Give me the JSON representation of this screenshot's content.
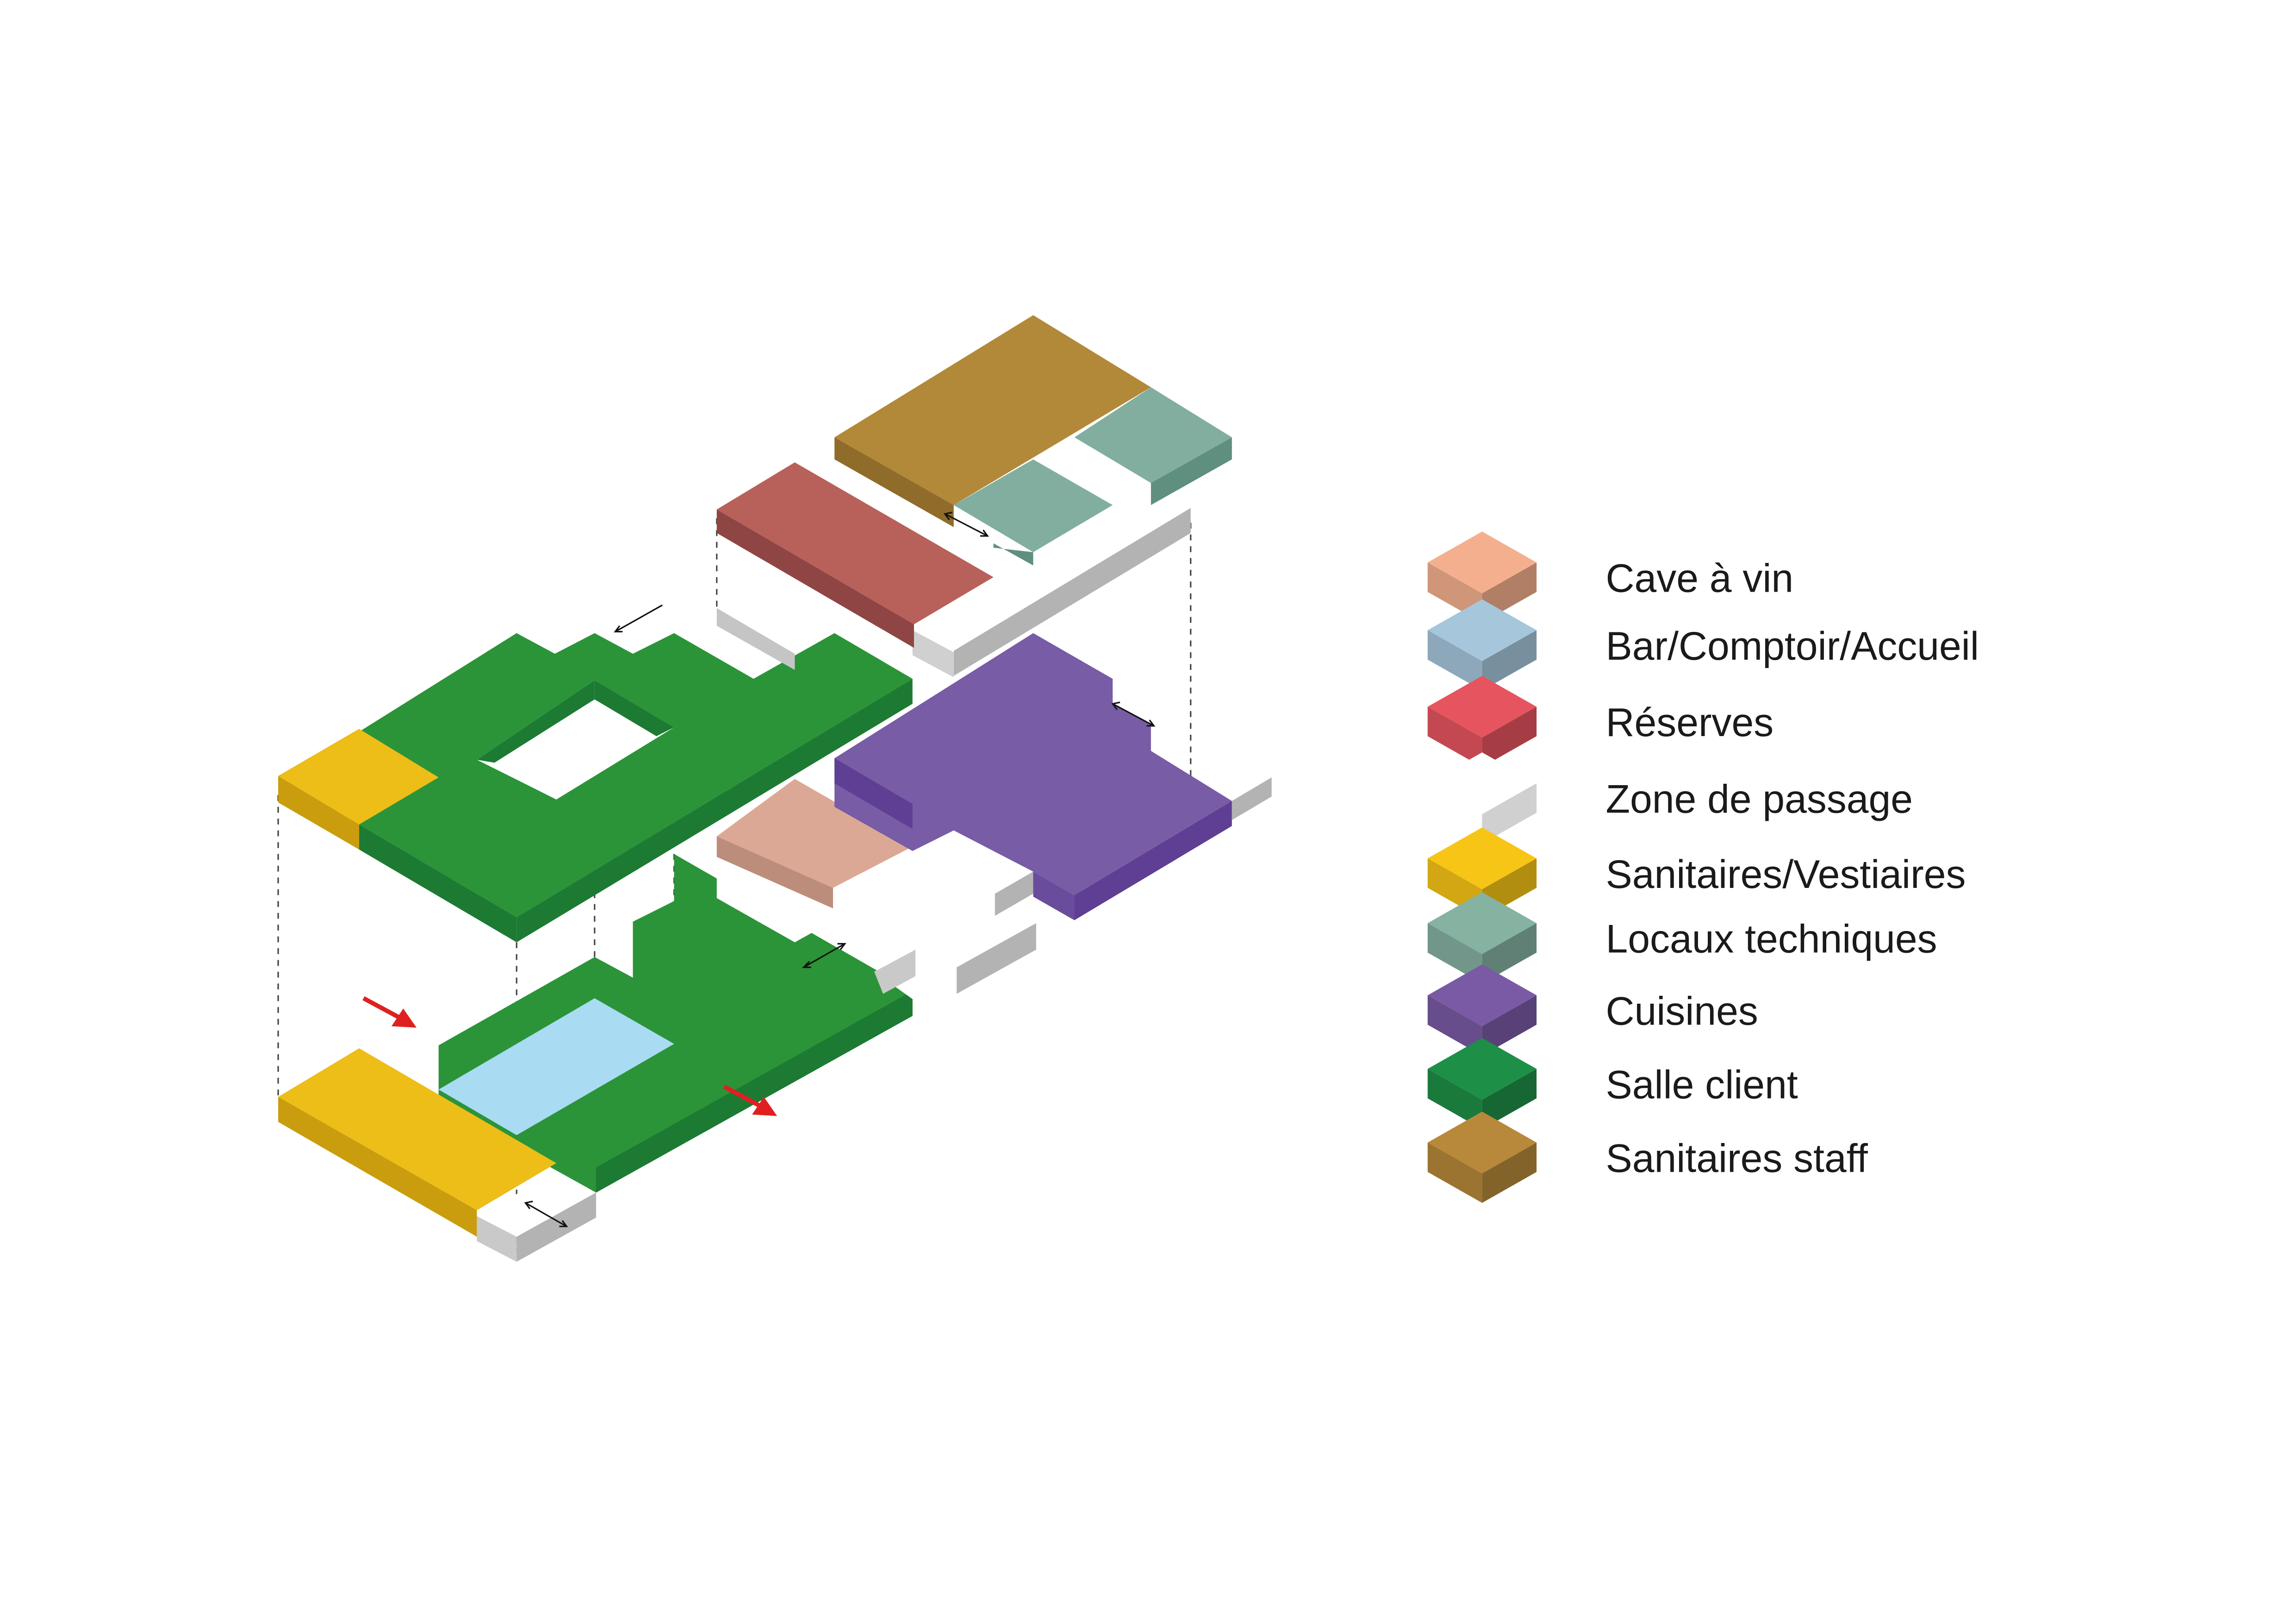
{
  "diagram": {
    "type": "isometric-exploded-floor-plan",
    "legend": [
      {
        "key": "cave",
        "label": "Cave à vin",
        "color": "#f4b08e"
      },
      {
        "key": "bar",
        "label": "Bar/Comptoir/Accueil",
        "color": "#a6c6db"
      },
      {
        "key": "reserves",
        "label": "Réserves",
        "color": "#e6555f"
      },
      {
        "key": "passage",
        "label": "Zone de passage",
        "color": "#ffffff"
      },
      {
        "key": "sanitaires",
        "label": "Sanitaires/Vestiaires",
        "color": "#f7c516"
      },
      {
        "key": "techniques",
        "label": "Locaux techniques",
        "color": "#86b2a2"
      },
      {
        "key": "cuisines",
        "label": "Cuisines",
        "color": "#7a5aa5"
      },
      {
        "key": "salle",
        "label": "Salle client",
        "color": "#1e8f47"
      },
      {
        "key": "staff",
        "label": "Sanitaires staff",
        "color": "#b8893a"
      }
    ],
    "colors": {
      "salle": "#2b9438",
      "salle_side": "#1c7a33",
      "sanitaires": "#edbd18",
      "sanitaires_side": "#c99d0e",
      "bar": "#a9dbf2",
      "cuisines": "#785ca6",
      "cuisines_side": "#5e3f93",
      "reserves": "#b8605a",
      "reserves_side": "#8f4543",
      "cave": "#dca896",
      "cave_side": "#bd8d7c",
      "staff": "#b28938",
      "techniques": "#82ae9f",
      "techniques_side": "#5f8f7f",
      "passage_side": "#b3b3b3",
      "entry_arrow": "#e02020"
    }
  }
}
